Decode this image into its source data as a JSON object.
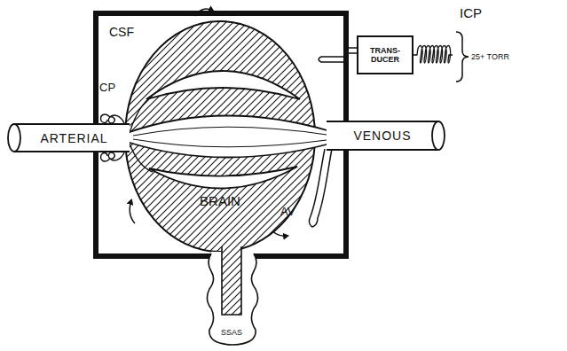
{
  "diagram": {
    "nodes": [
      {
        "text": [
          "CSF"
        ]
      },
      {
        "text": [
          "BRAIN"
        ],
        "in": 0
      },
      {
        "text": [
          "ARTERIAL"
        ]
      },
      {
        "text": [
          "VENOUS"
        ]
      },
      {
        "text": [
          "TRANS- DUCER"
        ]
      },
      {
        "text": [
          "SSAS"
        ]
      }
    ],
    "edges": [
      {
        "from": 0,
        "to": 4,
        "arrow": "none"
      }
    ],
    "labels": [
      "CP",
      "AV",
      "ICP",
      "25+ TORR"
    ]
  }
}
